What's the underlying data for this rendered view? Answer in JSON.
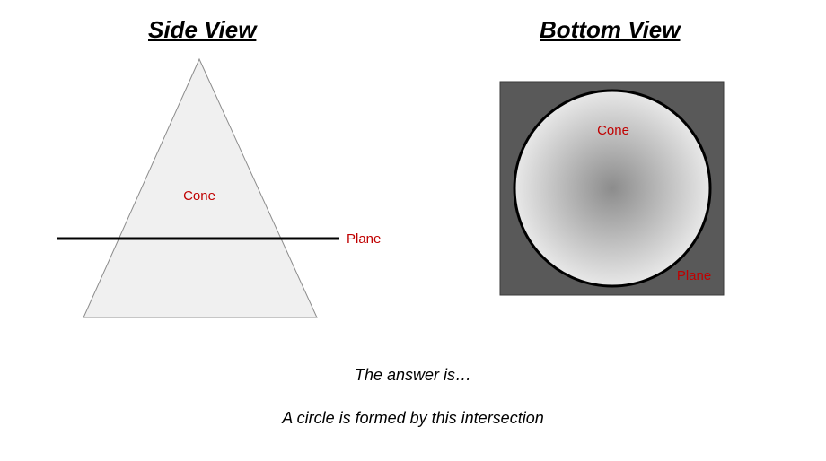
{
  "side_view": {
    "title": "Side View",
    "cone_label": "Cone",
    "plane_label": "Plane"
  },
  "bottom_view": {
    "title": "Bottom View",
    "cone_label": "Cone",
    "plane_label": "Plane"
  },
  "answer": {
    "intro": "The answer is…",
    "text": "A circle is formed by this intersection"
  },
  "colors": {
    "label": "#c00000",
    "cone_fill": "#f0f0f0",
    "cone_stroke": "#8c8c8c",
    "plane_line": "#000000",
    "plane_square": "#595959",
    "circle_center": "#8c8c8c",
    "circle_edge": "#e8e8e8"
  }
}
